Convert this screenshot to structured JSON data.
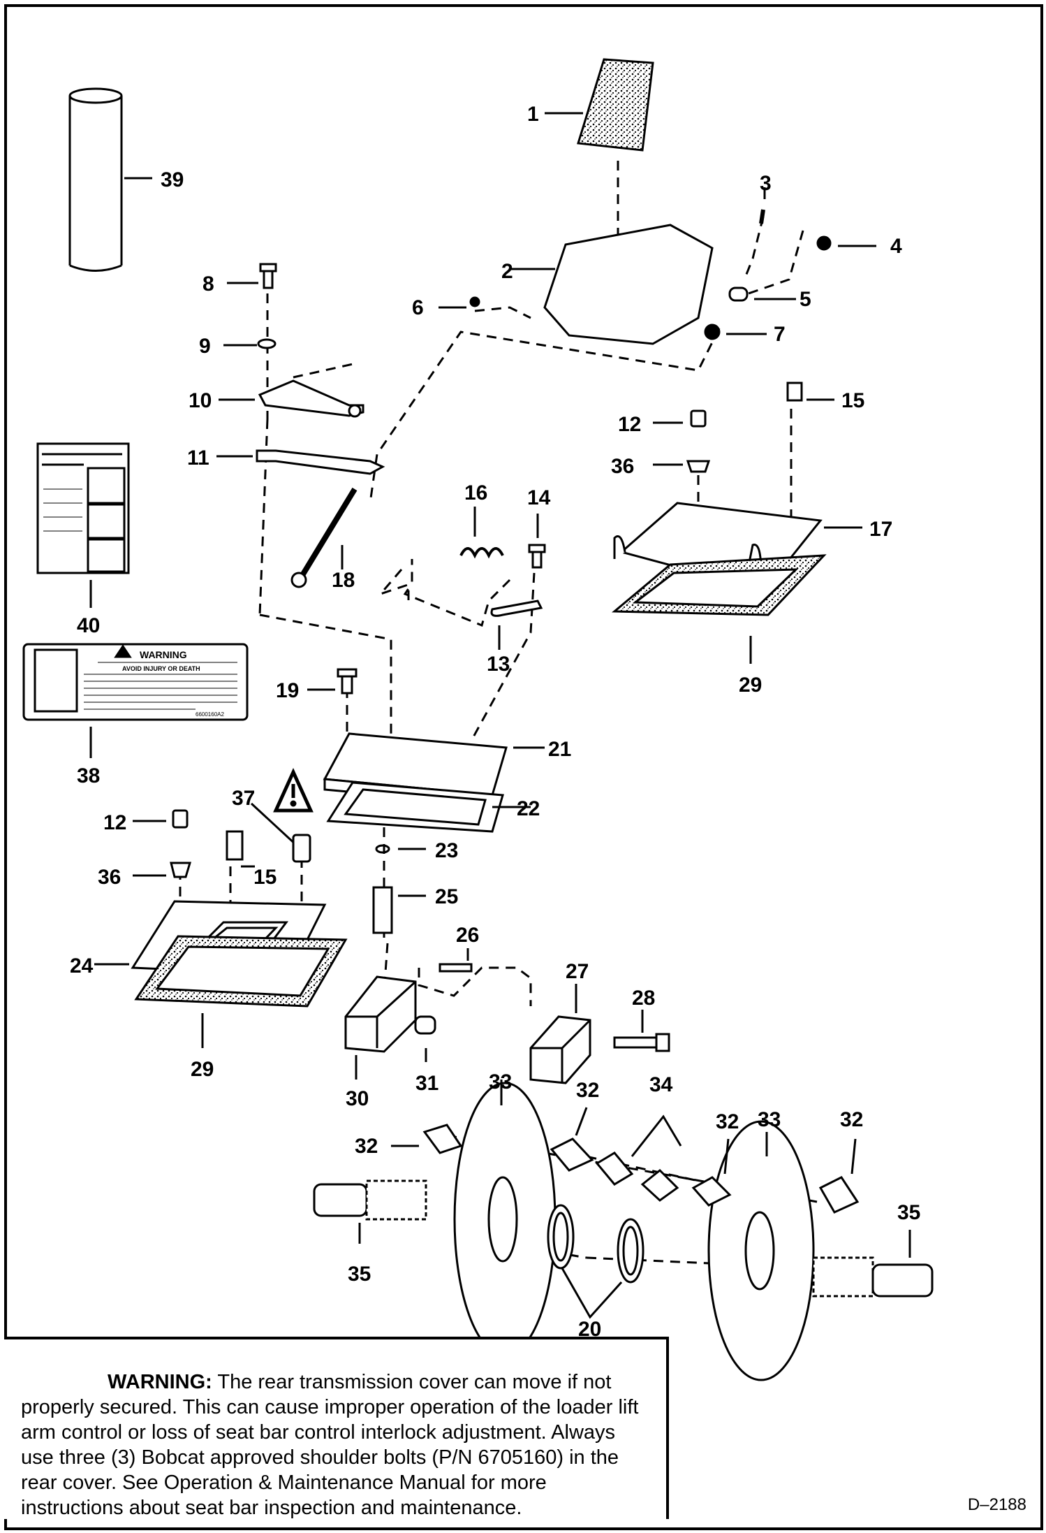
{
  "diagram": {
    "callouts": [
      "1",
      "2",
      "3",
      "4",
      "5",
      "6",
      "7",
      "8",
      "9",
      "10",
      "11",
      "12",
      "13",
      "14",
      "15",
      "16",
      "17",
      "18",
      "19",
      "20",
      "21",
      "22",
      "23",
      "24",
      "25",
      "26",
      "27",
      "28",
      "29",
      "30",
      "31",
      "32",
      "33",
      "34",
      "35",
      "36",
      "37",
      "38",
      "39",
      "40"
    ],
    "decal_warning": {
      "title": "WARNING",
      "subtitle": "AVOID INJURY OR DEATH",
      "part_no": "6600160A2"
    }
  },
  "warning": {
    "label": "WARNING:",
    "text": "The rear transmission cover can move if not properly secured. This can cause improper operation of the loader lift arm control or loss of seat bar control interlock adjustment. Always use three (3) Bobcat approved shoulder bolts (P/N 6705160) in the rear cover. See Operation & Maintenance Manual for more instructions about seat bar inspection and maintenance."
  },
  "doc_id": "D–2188"
}
